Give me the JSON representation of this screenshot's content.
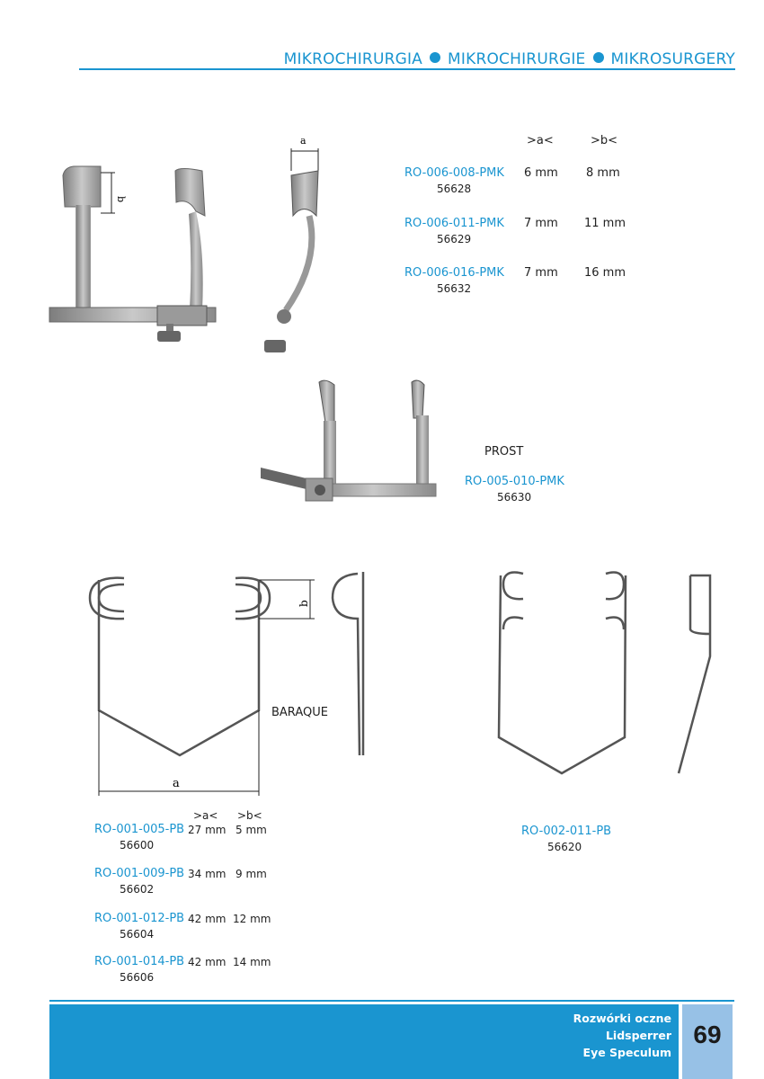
{
  "header": {
    "sections": [
      "MIKROCHIRURGIA",
      "MIKROCHIRURGIE",
      "MIKROSURGERY"
    ]
  },
  "top_group": {
    "columns": {
      "a": ">a<",
      "b": ">b<"
    },
    "dim_labels": {
      "a": "a",
      "b": "b"
    },
    "products": [
      {
        "code": "RO-006-008-PMK",
        "number": "56628",
        "a": "6 mm",
        "b": "8 mm"
      },
      {
        "code": "RO-006-011-PMK",
        "number": "56629",
        "a": "7 mm",
        "b": "11 mm"
      },
      {
        "code": "RO-006-016-PMK",
        "number": "56632",
        "a": "7 mm",
        "b": "16 mm"
      }
    ]
  },
  "middle_group": {
    "label": "PROST",
    "code": "RO-005-010-PMK",
    "number": "56630"
  },
  "bottom_left": {
    "label": "BARAQUE",
    "dim_labels": {
      "a": "a",
      "b": "b"
    },
    "columns": {
      "a": ">a<",
      "b": ">b<"
    },
    "products": [
      {
        "code": "RO-001-005-PB",
        "number": "56600",
        "a": "27 mm",
        "b": "5 mm"
      },
      {
        "code": "RO-001-009-PB",
        "number": "56602",
        "a": "34 mm",
        "b": "9 mm"
      },
      {
        "code": "RO-001-012-PB",
        "number": "56604",
        "a": "42 mm",
        "b": "12 mm"
      },
      {
        "code": "RO-001-014-PB",
        "number": "56606",
        "a": "42 mm",
        "b": "14 mm"
      }
    ]
  },
  "bottom_right": {
    "code": "RO-002-011-PB",
    "number": "56620"
  },
  "footer": {
    "lines": [
      "Rozwórki oczne",
      "Lidsperrer",
      "Eye Speculum"
    ],
    "page": "69"
  }
}
